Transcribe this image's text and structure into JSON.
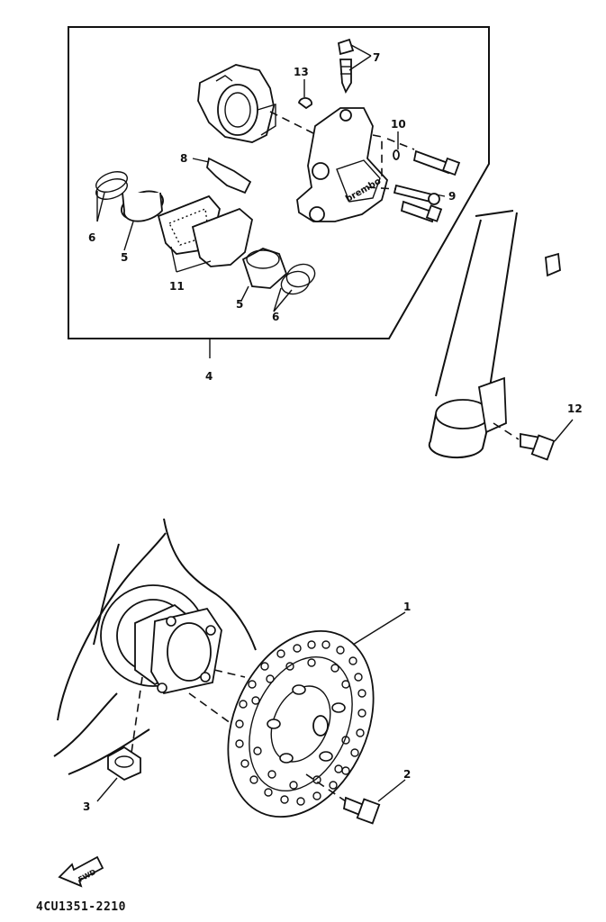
{
  "labels": {
    "n1": "1",
    "n2": "2",
    "n3": "3",
    "n4": "4",
    "n5a": "5",
    "n5b": "5",
    "n6a": "6",
    "n6b": "6",
    "n7": "7",
    "n8": "8",
    "n9": "9",
    "n10": "10",
    "n11": "11",
    "n12": "12",
    "n13": "13"
  },
  "caliper_brand": "brembo",
  "fwd_arrow": "FWD",
  "diagram_code": "4CU1351-2210"
}
